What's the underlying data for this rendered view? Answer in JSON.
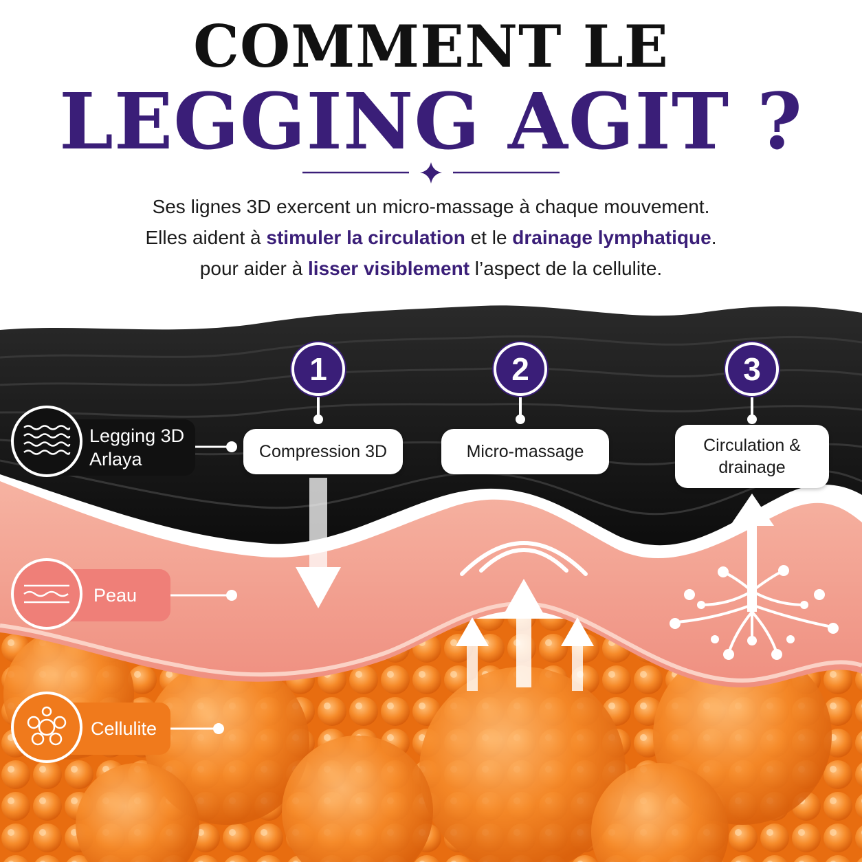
{
  "title": {
    "line1": "COMMENT LE",
    "line2": "LEGGING AGIT ?"
  },
  "description": {
    "line1": "Ses lignes 3D exercent un micro-massage à chaque mouvement.",
    "line2_pre": "Elles aident à ",
    "line2_hl1": "stimuler la circulation",
    "line2_mid": " et le ",
    "line2_hl2": "drainage lymphatique",
    "line2_end": ".",
    "line3_pre": "pour aider à ",
    "line3_hl": "lisser visiblement",
    "line3_end": " l’aspect de la cellulite."
  },
  "steps": [
    {
      "number": "1",
      "label": "Compression 3D"
    },
    {
      "number": "2",
      "label": "Micro-massage"
    },
    {
      "number": "3",
      "label_line1": "Circulation &",
      "label_line2": "drainage"
    }
  ],
  "legend": [
    {
      "label_line1": "Legging 3D",
      "label_line2": "Arlaya",
      "icon": "fabric-waves-icon",
      "color": "#111111"
    },
    {
      "label": "Peau",
      "icon": "skin-layer-icon",
      "color": "#ef7f78"
    },
    {
      "label": "Cellulite",
      "icon": "fat-cells-icon",
      "color": "#f07a1c"
    }
  ],
  "colors": {
    "brand_purple": "#3a1e78",
    "fabric": "#141414",
    "skin": "#f4a38e",
    "cellulite": "#f4861e"
  }
}
